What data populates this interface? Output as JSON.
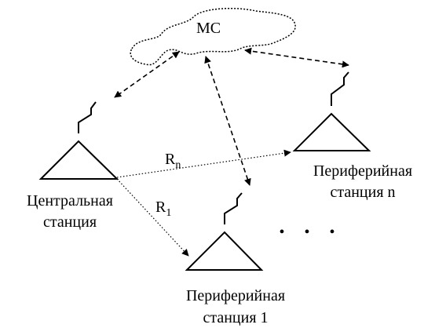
{
  "satellite": {
    "label": "МС"
  },
  "central_station": {
    "line1": "Центральная",
    "line2": "станция"
  },
  "peripheral_station_n": {
    "line1": "Периферийная",
    "line2": "станция n"
  },
  "peripheral_station_1": {
    "line1": "Периферийная",
    "line2": "станция 1"
  },
  "links": {
    "r_n": {
      "letter": "R",
      "sub": "n"
    },
    "r_1": {
      "letter": "R",
      "sub": "1"
    }
  },
  "more_stations": "• • •",
  "colors": {
    "stroke": "#000000",
    "background": "#ffffff"
  }
}
